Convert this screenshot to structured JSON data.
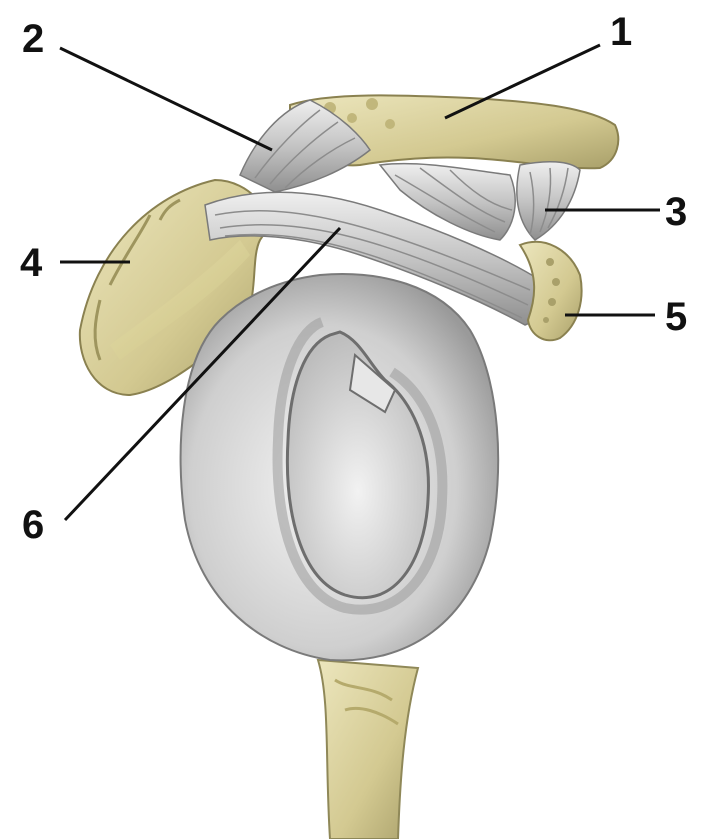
{
  "figure": {
    "labels": [
      {
        "id": "1",
        "text": "1"
      },
      {
        "id": "2",
        "text": "2"
      },
      {
        "id": "3",
        "text": "3"
      },
      {
        "id": "4",
        "text": "4"
      },
      {
        "id": "5",
        "text": "5"
      },
      {
        "id": "6",
        "text": "6"
      }
    ]
  },
  "colors": {
    "bone": "#d8cf9a",
    "bone_dark": "#a9a06a",
    "bone_light": "#ece6bd",
    "ligament": "#c9c9c9",
    "ligament_dark": "#8e8e8e",
    "cartilage": "#dcdcdc",
    "cartilage_shadow": "#9a9a9a",
    "line": "#111111"
  }
}
